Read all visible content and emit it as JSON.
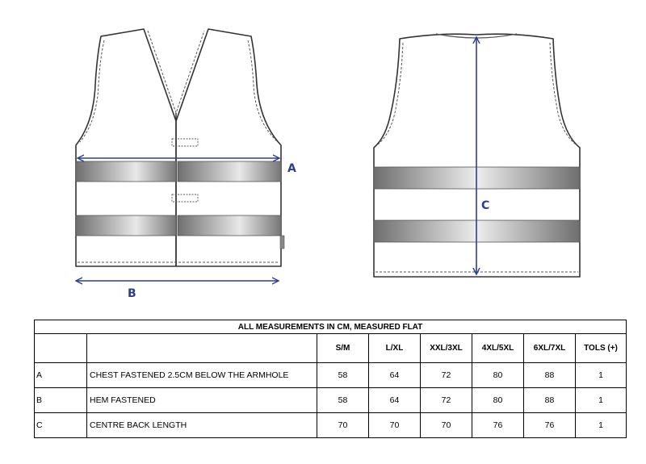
{
  "drawing": {
    "dimension_labels": {
      "a": "A",
      "b": "B",
      "c": "C"
    },
    "colors": {
      "dimension": "#2f3b95",
      "outline": "#333333",
      "reflective_dark": "#6f6f6f",
      "reflective_light": "#e8e8e8"
    }
  },
  "table": {
    "title": "ALL MEASUREMENTS IN CM, MEASURED FLAT",
    "headers": [
      "",
      "",
      "S/M",
      "L/XL",
      "XXL/3XL",
      "4XL/5XL",
      "6XL/7XL",
      "TOLS (+)"
    ],
    "rows": [
      {
        "code": "A",
        "description": "CHEST FASTENED 2.5CM BELOW THE ARMHOLE",
        "values": [
          "58",
          "64",
          "72",
          "80",
          "88",
          "1"
        ]
      },
      {
        "code": "B",
        "description": "HEM FASTENED",
        "values": [
          "58",
          "64",
          "72",
          "80",
          "88",
          "1"
        ]
      },
      {
        "code": "C",
        "description": "CENTRE BACK LENGTH",
        "values": [
          "70",
          "70",
          "70",
          "76",
          "76",
          "1"
        ]
      }
    ]
  }
}
